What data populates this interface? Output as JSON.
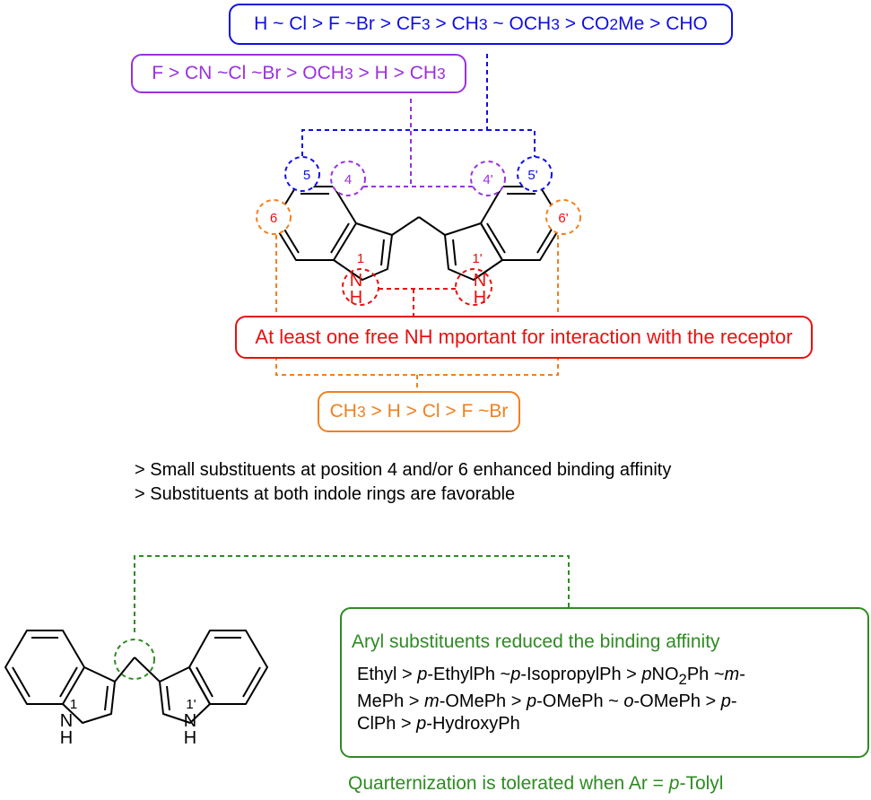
{
  "colors": {
    "blue": "#1010e0",
    "purple": "#9b30e0",
    "red": "#e81010",
    "orange": "#f08020",
    "green": "#2e8b22",
    "bond": "#000000"
  },
  "position_labels": {
    "p5": "5",
    "p4": "4",
    "p4p": "4'",
    "p5p": "5'",
    "p6": "6",
    "p6p": "6'",
    "p1": "1",
    "p1p": "1'"
  },
  "atom_labels": {
    "N": "N",
    "H": "H"
  },
  "boxes": {
    "blue_pre": "H ~ Cl > F ~Br > CF",
    "blue_sub1": "3",
    "blue_mid1": " > CH",
    "blue_sub2": "3",
    "blue_mid2": " ~ OCH",
    "blue_sub3": "3",
    "blue_mid3": " > CO",
    "blue_sub4": "2",
    "blue_post": "Me > CHO",
    "purple_pre": "F > CN ~Cl ~Br > OCH",
    "purple_sub1": "3",
    "purple_mid": " > H > CH",
    "purple_sub2": "3",
    "red": "At least one free NH mportant for interaction with the receptor",
    "orange_pre": "CH",
    "orange_sub": "3",
    "orange_post": " > H > Cl > F ~Br"
  },
  "notes": {
    "line1": "> Small substituents at position 4 and/or 6 enhanced binding affinity",
    "line2": "> Substituents at both indole rings are favorable"
  },
  "aryl": {
    "title": "Aryl substituents reduced the binding affinity",
    "l1_a": "Ethyl > ",
    "l1_b": "p",
    "l1_c": "-EthylPh ~",
    "l1_d": "p",
    "l1_e": "-IsopropylPh > ",
    "l1_f": "p",
    "l1_g": "NO",
    "l1_h": "2",
    "l1_i": "Ph ~",
    "l1_j": "m",
    "l1_k": "-",
    "l2_a": "MePh > ",
    "l2_b": "m",
    "l2_c": "-OMePh > ",
    "l2_d": "p",
    "l2_e": "-OMePh ~ ",
    "l2_f": "o",
    "l2_g": "-OMePh > ",
    "l2_h": "p",
    "l2_i": "-",
    "l3_a": "ClPh > ",
    "l3_b": "p",
    "l3_c": "-HydroxyPh",
    "foot_a": "Quarternization is tolerated when Ar = ",
    "foot_b": "p",
    "foot_c": "-Tolyl"
  }
}
